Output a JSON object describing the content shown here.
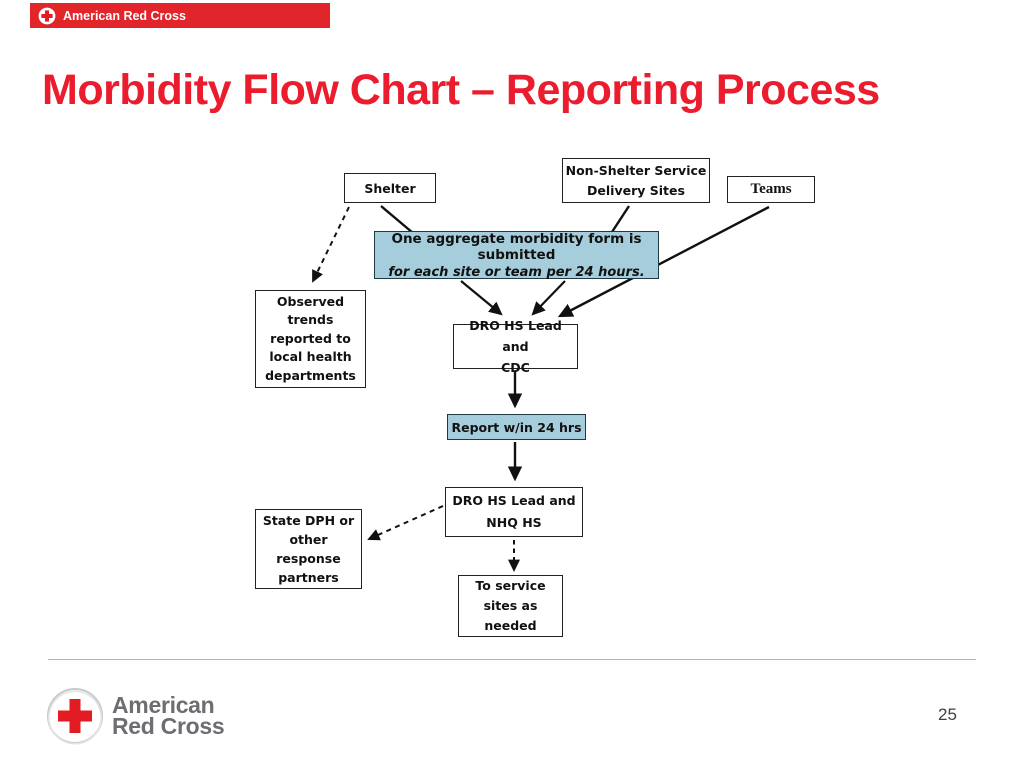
{
  "slide": {
    "title": "Morbidity Flow Chart – Reporting Process"
  },
  "header": {
    "brand": "American Red Cross"
  },
  "flowchart": {
    "nodes": [
      {
        "id": "shelter",
        "label": "Shelter"
      },
      {
        "id": "non-shelter-sites",
        "label": "Non-Shelter Service\nDelivery Sites"
      },
      {
        "id": "teams",
        "label": "Teams"
      },
      {
        "id": "aggregate-form",
        "line1": "One aggregate morbidity form is submitted",
        "line2": "for each site or team per 24 hours."
      },
      {
        "id": "observed-trends",
        "label": "Observed\ntrends\nreported to\nlocal health\ndepartments"
      },
      {
        "id": "dro-hs-cdc",
        "label": "DRO HS Lead and\nCDC"
      },
      {
        "id": "report-24hrs",
        "label": "Report w/in 24 hrs"
      },
      {
        "id": "dro-hs-nhq",
        "label": "DRO HS Lead and\nNHQ HS"
      },
      {
        "id": "state-dph",
        "label": "State DPH or\nother\nresponse\npartners"
      },
      {
        "id": "service-sites",
        "label": "To service\nsites as\nneeded"
      }
    ],
    "edges": [
      {
        "from": "shelter",
        "to": "observed-trends",
        "style": "dashed",
        "arrow": true
      },
      {
        "from": "shelter",
        "to": "aggregate-form",
        "style": "solid",
        "arrow": false
      },
      {
        "from": "non-shelter-sites",
        "to": "aggregate-form",
        "style": "solid",
        "arrow": false
      },
      {
        "from": "teams",
        "to": "dro-hs-cdc",
        "style": "solid",
        "arrow": true
      },
      {
        "from": "aggregate-form",
        "to": "dro-hs-cdc",
        "style": "solid",
        "arrow": true
      },
      {
        "from": "aggregate-form",
        "to": "dro-hs-cdc",
        "style": "solid",
        "arrow": true
      },
      {
        "from": "dro-hs-cdc",
        "to": "report-24hrs",
        "style": "solid",
        "arrow": true
      },
      {
        "from": "report-24hrs",
        "to": "dro-hs-nhq",
        "style": "solid",
        "arrow": true
      },
      {
        "from": "dro-hs-nhq",
        "to": "state-dph",
        "style": "dashed",
        "arrow": true
      },
      {
        "from": "dro-hs-nhq",
        "to": "service-sites",
        "style": "dashed",
        "arrow": true
      }
    ]
  },
  "footer": {
    "brand": "American\nRed Cross",
    "page_number": "25"
  },
  "colors": {
    "title_red": "#EA1C2D",
    "banner_red": "#E2242B",
    "box_blue": "#A6CDDB",
    "cross_red": "#E31B23",
    "footer_gray": "#6D6E71"
  }
}
